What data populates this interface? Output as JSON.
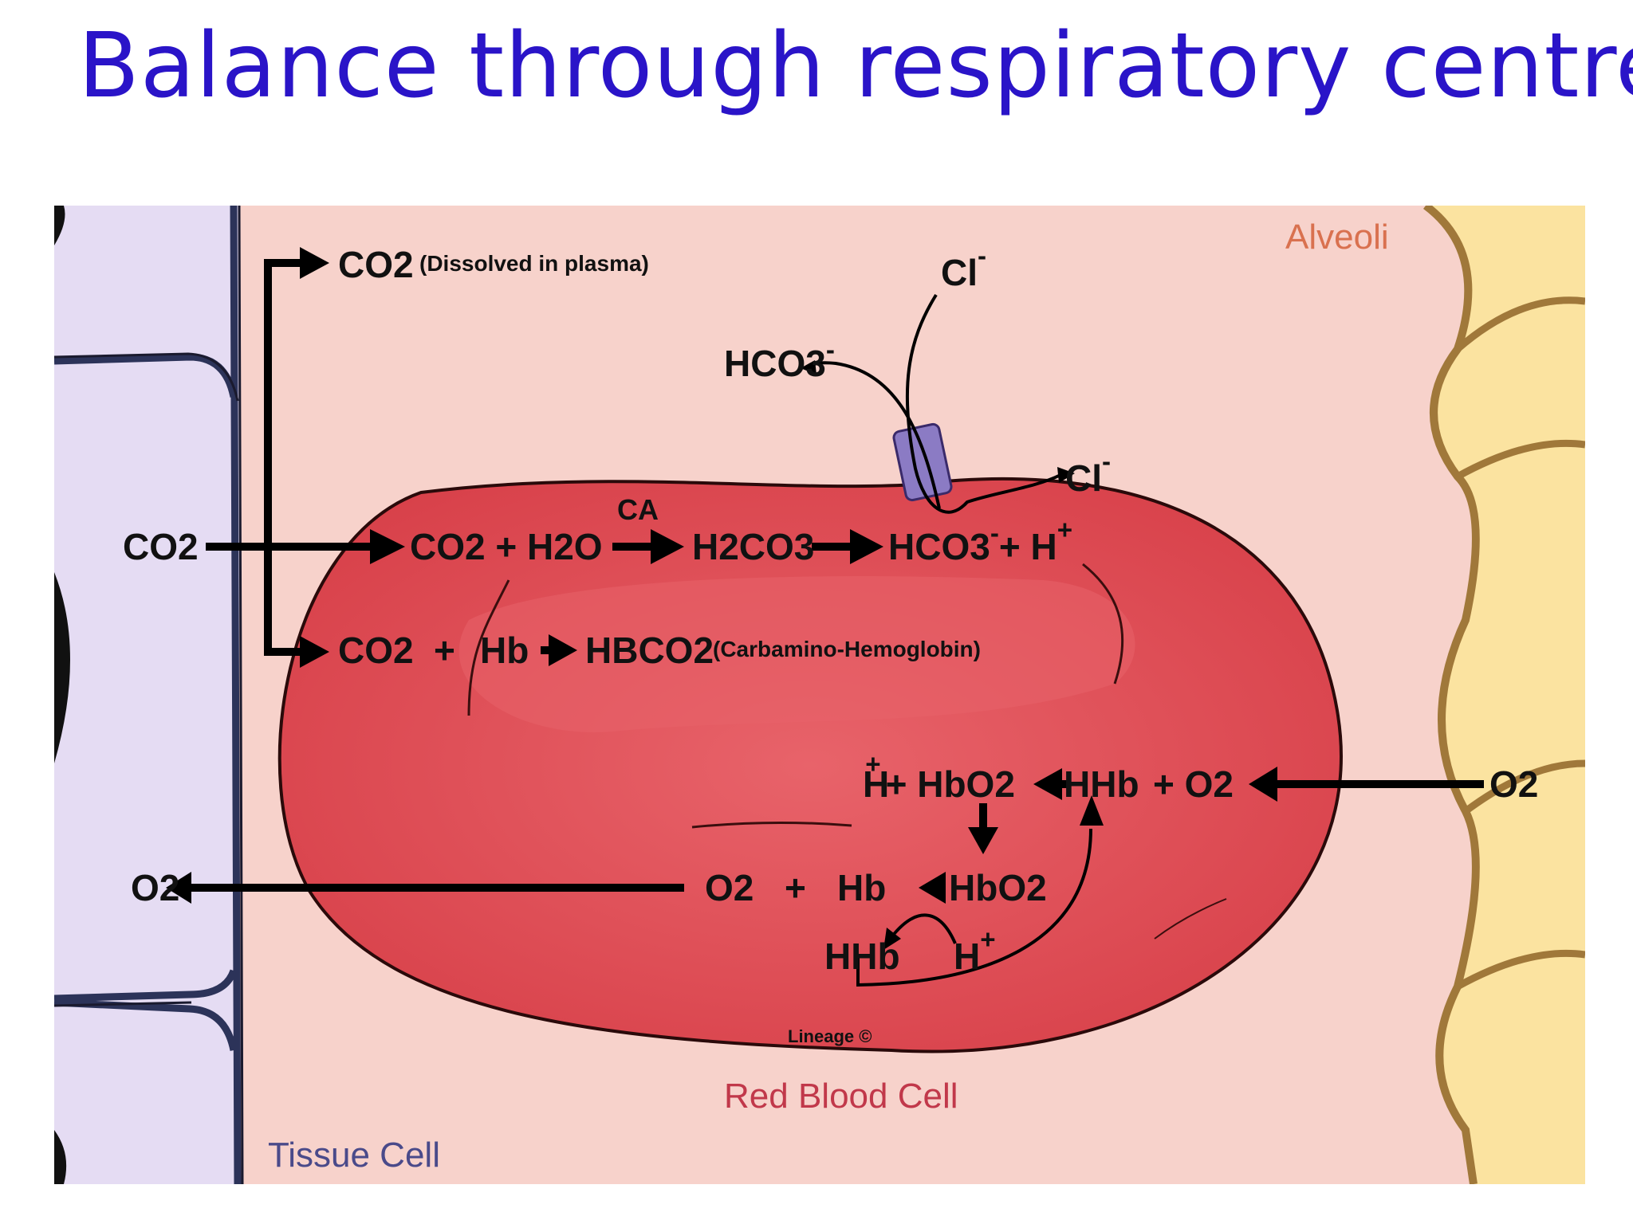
{
  "title": "Balance through respiratory centre",
  "colors": {
    "title": "#2a14c8",
    "tissue": "#e5dcf3",
    "plasma": "#f7d2cb",
    "rbc": "#d8414a",
    "rbc_light": "#e8636a",
    "alveoli": "#fbe3a0",
    "tissue_label": "#4a4a8a",
    "rbc_label": "#c1384a",
    "alveoli_label": "#d9714f",
    "channel": "#8b7bc4"
  },
  "regions": {
    "tissue_cell": "Tissue Cell",
    "red_blood_cell": "Red Blood Cell",
    "alveoli": "Alveoli"
  },
  "labels": {
    "co2_dissolved": "CO2",
    "dissolved_note": "(Dissolved in plasma)",
    "cl_top": "Cl",
    "cl_top_charge": "-",
    "hco3_out": "HCO3",
    "hco3_out_charge": "-",
    "cl_in": "Cl",
    "cl_in_charge": "-",
    "co2_tissue": "CO2",
    "ca": "CA",
    "eq1_reactants": "CO2 + H2O",
    "eq1_h2co3": "H2CO3",
    "eq1_hco3": "HCO3",
    "eq1_hco3_charge": "-",
    "eq1_plus_h": "+ H",
    "eq1_h_charge": "+",
    "eq2_co2": "CO2",
    "eq2_plus": "+",
    "eq2_hb": "Hb",
    "eq2_product": "HBCO2",
    "carbamino_note": "(Carbamino-Hemoglobin)",
    "eq3_h": "H",
    "eq3_h_charge": "+",
    "eq3_hbo2": "+ HbO2",
    "eq3_hhb": "HHb",
    "eq3_plus_o2": "+  O2",
    "o2_alveoli": "O2",
    "eq4_o2": "O2",
    "eq4_plus": "+",
    "eq4_hb": "Hb",
    "eq4_hbo2": "HbO2",
    "o2_tissue": "O2",
    "eq5_hhb": "HHb",
    "eq5_h": "H",
    "eq5_h_charge": "+",
    "lineage": "Lineage ©"
  },
  "icons": [
    "arrow-right-icon",
    "arrow-left-icon",
    "arrow-down-icon",
    "arrow-up-icon",
    "chloride-channel-icon"
  ]
}
